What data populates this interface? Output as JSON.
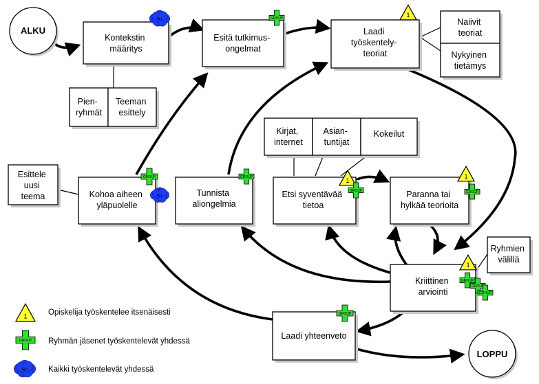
{
  "nodes": {
    "start": "ALKU",
    "end": "LOPPU",
    "kontekstin": [
      "Kontekstin",
      "määritys"
    ],
    "esita": [
      "Esitä tutkimus-",
      "ongelmat"
    ],
    "laadi_teoriat": [
      "Laadi",
      "työskentely-",
      "teoriat"
    ],
    "naiivit": [
      "Naiivit",
      "teoriat"
    ],
    "nykyinen": [
      "Nykyinen",
      "tietämys"
    ],
    "pienryhmat": [
      "Pien-",
      "ryhmät"
    ],
    "teeman": [
      "Teeman",
      "esittely"
    ],
    "kirjat": [
      "Kirjat,",
      "internet"
    ],
    "asian": [
      "Asian-",
      "tuntijat"
    ],
    "kokeilut": [
      "Kokeilut"
    ],
    "esittele": [
      "Esittele",
      "uusi",
      "teema"
    ],
    "kohoa": [
      "Kohoa aiheen",
      "yläpuolelle"
    ],
    "tunnista": [
      "Tunnista",
      "aliongelmia"
    ],
    "etsi": [
      "Etsi syventävää",
      "tietoa"
    ],
    "paranna": [
      "Paranna tai",
      "hylkää teorioita"
    ],
    "ryhmien": [
      "Ryhmien",
      "välillä"
    ],
    "kriittinen": [
      "Kriittinen",
      "arviointi"
    ],
    "yhteenveto": [
      "Laadi yhteenveto"
    ]
  },
  "badges": {
    "all_text": "ALL",
    "group_text": "GROUP",
    "individual_text": "1"
  },
  "legend": {
    "individual": "Opiskelija työskentelee itsenäisesti",
    "group": "Ryhmän jäsenet työskentelevät yhdessä",
    "all": "Kaikki työskentelevät yhdessä"
  },
  "colors": {
    "triangle": "#ffff33",
    "cross": "#33dd33",
    "cloud": "#1f3df0",
    "shadow": "#c8c8c8"
  }
}
